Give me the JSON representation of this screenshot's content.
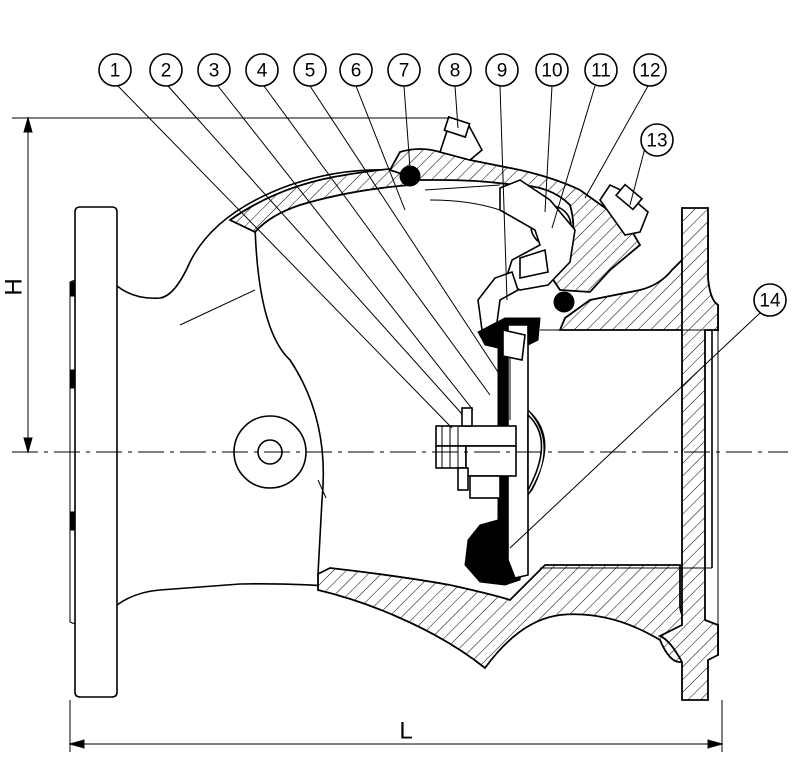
{
  "callouts": [
    {
      "label": "1"
    },
    {
      "label": "2"
    },
    {
      "label": "3"
    },
    {
      "label": "4"
    },
    {
      "label": "5"
    },
    {
      "label": "6"
    },
    {
      "label": "7"
    },
    {
      "label": "8"
    },
    {
      "label": "9"
    },
    {
      "label": "10"
    },
    {
      "label": "11"
    },
    {
      "label": "12"
    },
    {
      "label": "13"
    },
    {
      "label": "14"
    }
  ],
  "dimensions": {
    "height_label": "H",
    "length_label": "L"
  }
}
